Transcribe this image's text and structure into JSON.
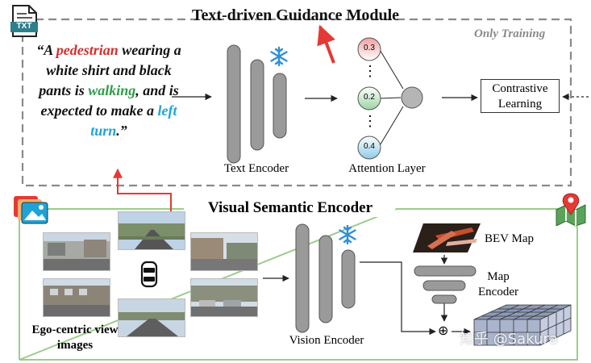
{
  "text_module": {
    "title": "Text-driven Guidance Module",
    "only_training": "Only Training",
    "txt_icon_label": "TXT",
    "quote": {
      "open": "“A ",
      "w1": "pedestrian",
      "m1": " wearing a white shirt and black pants is ",
      "w2": "walking",
      "m2": ", and is expected to make a ",
      "w3": "left turn",
      "close": ".”"
    },
    "text_encoder_label": "Text Encoder",
    "attention_layer_label": "Attention Layer",
    "attention_weights": [
      "0.3",
      "0.2",
      "0.4"
    ],
    "ellipsis": "⋮",
    "contrastive_label": "Contrastive Learning"
  },
  "visual_module": {
    "title": "Visual Semantic Encoder",
    "ego_label": "Ego-centric view images",
    "vision_encoder_label": "Vision Encoder",
    "bev_map_label": "BEV Map",
    "map_encoder_label": "Map Encoder",
    "plus_symbol": "⊕"
  },
  "watermark": "知乎 @Sakura",
  "icons": [
    "txt-file-icon",
    "snowflake-icon",
    "image-stack-icon",
    "map-pin-icon",
    "car-icon"
  ],
  "colors": {
    "red": "#d32f2f",
    "green": "#2e9e48",
    "blue": "#1fa3d6",
    "frame_green": "#8cc37a",
    "dashed_gray": "#8a8a8a"
  }
}
